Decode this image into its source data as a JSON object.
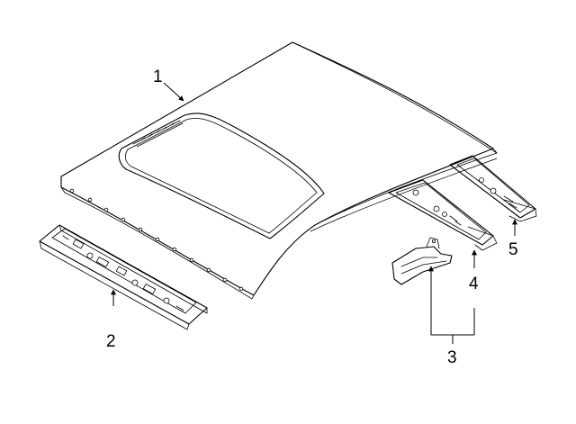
{
  "diagram": {
    "callouts": [
      {
        "id": "1",
        "text": "1"
      },
      {
        "id": "2",
        "text": "2"
      },
      {
        "id": "3",
        "text": "3"
      },
      {
        "id": "4",
        "text": "4"
      },
      {
        "id": "5",
        "text": "5"
      }
    ]
  }
}
